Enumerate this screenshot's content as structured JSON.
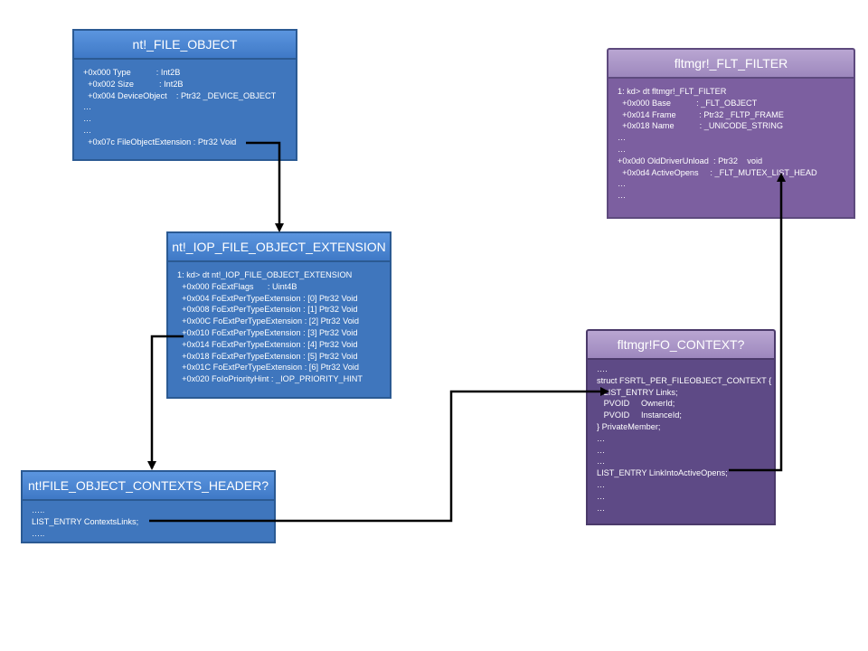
{
  "file_object": {
    "title": "nt!_FILE_OBJECT",
    "lines": [
      "+0x000 Type           : Int2B",
      "  +0x002 Size           : Int2B",
      "  +0x004 DeviceObject    : Ptr32 _DEVICE_OBJECT",
      "…",
      "…",
      "…",
      "  +0x07c FileObjectExtension : Ptr32 Void"
    ]
  },
  "iop_extension": {
    "title": "nt!_IOP_FILE_OBJECT_EXTENSION",
    "lines": [
      "1: kd> dt nt!_IOP_FILE_OBJECT_EXTENSION",
      "  +0x000 FoExtFlags      : Uint4B",
      "  +0x004 FoExtPerTypeExtension : [0] Ptr32 Void",
      "  +0x008 FoExtPerTypeExtension : [1] Ptr32 Void",
      "  +0x00C FoExtPerTypeExtension : [2] Ptr32 Void",
      "  +0x010 FoExtPerTypeExtension : [3] Ptr32 Void",
      "  +0x014 FoExtPerTypeExtension : [4] Ptr32 Void",
      "  +0x018 FoExtPerTypeExtension : [5] Ptr32 Void",
      "  +0x01C FoExtPerTypeExtension : [6] Ptr32 Void",
      "  +0x020 FoIoPriorityHint : _IOP_PRIORITY_HINT"
    ]
  },
  "contexts_header": {
    "title": "nt!FILE_OBJECT_CONTEXTS_HEADER?",
    "lines": [
      "…..",
      "LIST_ENTRY ContextsLinks;",
      "….."
    ]
  },
  "flt_filter": {
    "title": "fltmgr!_FLT_FILTER",
    "lines": [
      "1: kd> dt fltmgr!_FLT_FILTER",
      "  +0x000 Base           : _FLT_OBJECT",
      "  +0x014 Frame          : Ptr32 _FLTP_FRAME",
      "  +0x018 Name           : _UNICODE_STRING",
      "…",
      "…",
      "+0x0d0 OldDriverUnload  : Ptr32    void",
      "  +0x0d4 ActiveOpens     : _FLT_MUTEX_LIST_HEAD",
      "…",
      "…"
    ]
  },
  "fo_context": {
    "title": "fltmgr!FO_CONTEXT?",
    "lines": [
      "….",
      "struct FSRTL_PER_FILEOBJECT_CONTEXT {",
      "   LIST_ENTRY Links;",
      "   PVOID     OwnerId;",
      "   PVOID     InstanceId;",
      "} PrivateMember;",
      "…",
      "…",
      "…",
      "LIST_ENTRY LinkIntoActiveOpens;",
      "…",
      "…",
      "…"
    ]
  },
  "colors": {
    "blue_box": "#3f76bd",
    "purple_box": "#7c5fa0",
    "dark_purple_box": "#5e4a86",
    "connector": "#000000"
  }
}
